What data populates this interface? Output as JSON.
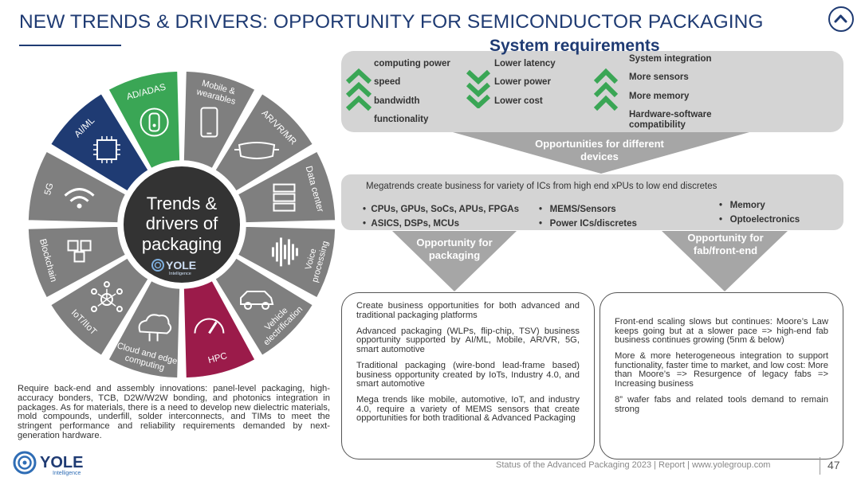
{
  "title": "NEW TRENDS & DRIVERS: OPPORTUNITY FOR SEMICONDUCTOR PACKAGING",
  "wheel": {
    "center_lines": [
      "Trends &",
      "drivers of",
      "packaging"
    ],
    "center_logo": {
      "name": "YOLE",
      "sub": "Intelligence"
    },
    "segments": [
      {
        "label": "AD/ADAS",
        "icon": "car-icon"
      },
      {
        "label": "Mobile & wearables",
        "icon": "smartphone-icon"
      },
      {
        "label": "AR/VR/MR",
        "icon": "vr-headset-icon"
      },
      {
        "label": "Data center",
        "icon": "server-rack-icon"
      },
      {
        "label": "Voice processing",
        "icon": "sound-wave-icon"
      },
      {
        "label": "Vehicle electrification",
        "icon": "electric-car-icon"
      },
      {
        "label": "HPC",
        "icon": "speed-gauge-icon"
      },
      {
        "label": "Cloud and edge computing",
        "icon": "cloud-icon"
      },
      {
        "label": "IoT/IIoT",
        "icon": "iot-network-icon"
      },
      {
        "label": "Blockchain",
        "icon": "blockchain-cubes-icon"
      },
      {
        "label": "5G",
        "icon": "wifi-icon"
      },
      {
        "label": "AI/ML",
        "icon": "ai-chip-icon"
      }
    ],
    "colors": {
      "grey": "#7f7f7f",
      "green": "#3aa655",
      "navy": "#1f3b73",
      "magenta": "#9b1b4a",
      "center": "#333333"
    }
  },
  "system_requirements": {
    "title": "System requirements",
    "increase": [
      "computing power",
      "speed",
      "bandwidth",
      "functionality"
    ],
    "decrease": [
      "Lower latency",
      "Lower power",
      "Lower cost"
    ],
    "add": [
      "System integration",
      "More sensors",
      "More memory",
      "Hardware-software compatibility"
    ],
    "arrow_color": "#3aa655"
  },
  "opportunity_devices": "Opportunities for different devices",
  "megatrends": {
    "intro": "Megatrends create business for variety of ICs from high end xPUs to low end discretes",
    "bullets": [
      "CPUs, GPUs, SoCs, APUs, FPGAs",
      "ASICS, DSPs, MCUs",
      "MEMS/Sensors",
      "Power ICs/discretes",
      "Memory",
      "Optoelectronics"
    ]
  },
  "opportunity_packaging": "Opportunity for packaging",
  "opportunity_fab": "Opportunity for fab/front-end",
  "packaging_box": [
    "Create business opportunities for both advanced and traditional packaging platforms",
    "Advanced packaging (WLPs, flip-chip, TSV) business opportunity supported by AI/ML, Mobile, AR/VR, 5G, smart automotive",
    "Traditional packaging (wire-bond lead-frame based) business opportunity created by IoTs, Industry 4.0, and smart automotive",
    "Mega trends like mobile, automotive, IoT, and industry 4.0, require a variety of MEMS sensors that create opportunities for both traditional & Advanced Packaging"
  ],
  "fab_box": [
    "Front-end scaling slows but continues: Moore’s Law keeps going but at a slower pace => high-end fab business continues growing (5nm & below)",
    "More & more heterogeneous integration to support functionality, faster time to market, and low cost: More than Moore’s => Resurgence of legacy fabs => Increasing business",
    "8” wafer fabs and related tools demand to remain strong"
  ],
  "bottom_left_text": "Require back-end and assembly innovations: panel-level packaging, high-accuracy bonders, TCB, D2W/W2W bonding, and photonics integration in packages. As for materials, there is a need to develop new dielectric materials, mold compounds, underfill, solder interconnects, and TIMs to meet the stringent performance and reliability requirements demanded by next-generation hardware.",
  "footer": {
    "logo": "YOLE",
    "logo_sub": "Intelligence",
    "text": "Status of the Advanced Packaging 2023 | Report | www.yolegroup.com",
    "page": "47"
  },
  "colors": {
    "title": "#1f3b73",
    "panel": "#d4d4d4",
    "funnel": "#a6a6a6"
  }
}
